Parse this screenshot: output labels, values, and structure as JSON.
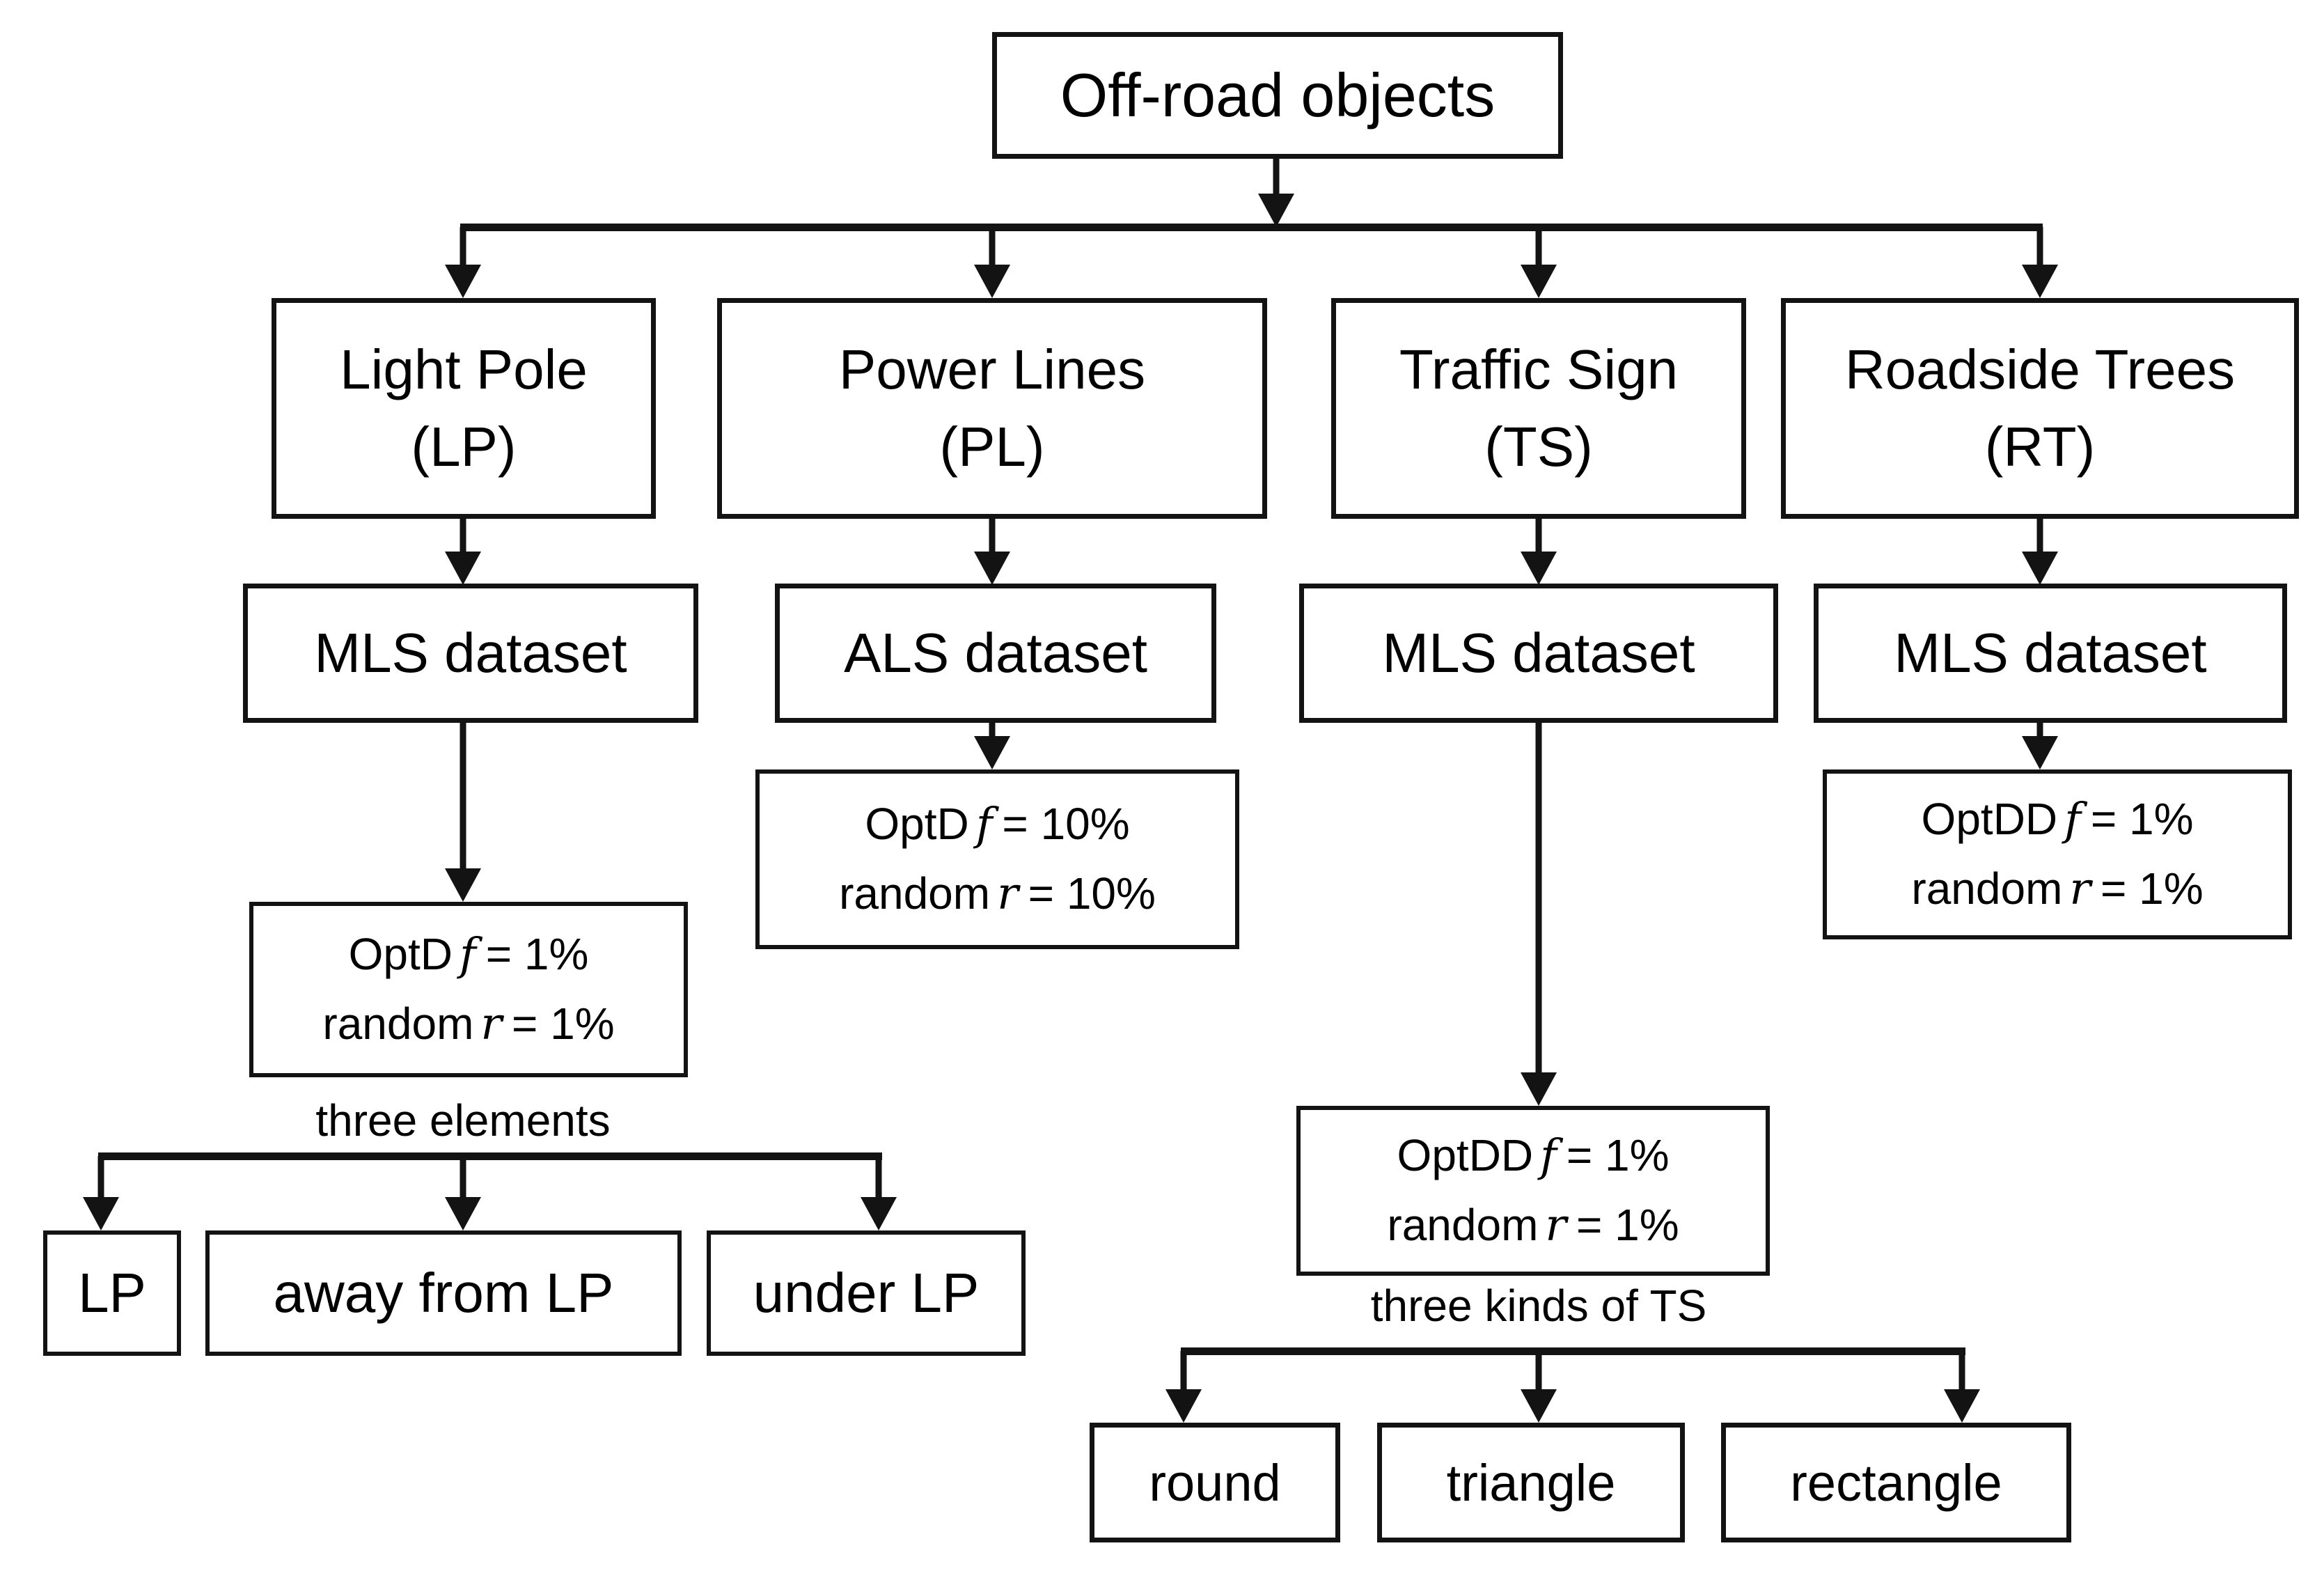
{
  "root": {
    "label": "Off-road objects"
  },
  "columns": [
    {
      "id": "LP",
      "name": "Light Pole",
      "abbr": "(LP)",
      "dataset": "MLS dataset",
      "params": {
        "line1": {
          "method": "OptD",
          "var": "f",
          "value": "= 1%"
        },
        "line2": {
          "method": "random",
          "var": "r",
          "value": "= 1%"
        }
      },
      "branch_label": "three elements",
      "children": [
        "LP",
        "away from LP",
        "under LP"
      ]
    },
    {
      "id": "PL",
      "name": "Power Lines",
      "abbr": "(PL)",
      "dataset": "ALS dataset",
      "params": {
        "line1": {
          "method": "OptD",
          "var": "f",
          "value": "= 10%"
        },
        "line2": {
          "method": "random",
          "var": "r",
          "value": "= 10%"
        }
      }
    },
    {
      "id": "TS",
      "name": "Traffic Sign",
      "abbr": "(TS)",
      "dataset": "MLS dataset",
      "params": {
        "line1": {
          "method": "OptDD",
          "var": "f",
          "value": "= 1%"
        },
        "line2": {
          "method": "random",
          "var": "r",
          "value": "= 1%"
        }
      },
      "branch_label": "three kinds of TS",
      "children": [
        "round",
        "triangle",
        "rectangle"
      ]
    },
    {
      "id": "RT",
      "name": "Roadside Trees",
      "abbr": "(RT)",
      "dataset": "MLS dataset",
      "params": {
        "line1": {
          "method": "OptDD",
          "var": "f",
          "value": "= 1%"
        },
        "line2": {
          "method": "random",
          "var": "r",
          "value": "= 1%"
        }
      }
    }
  ],
  "line_color": "#131313"
}
